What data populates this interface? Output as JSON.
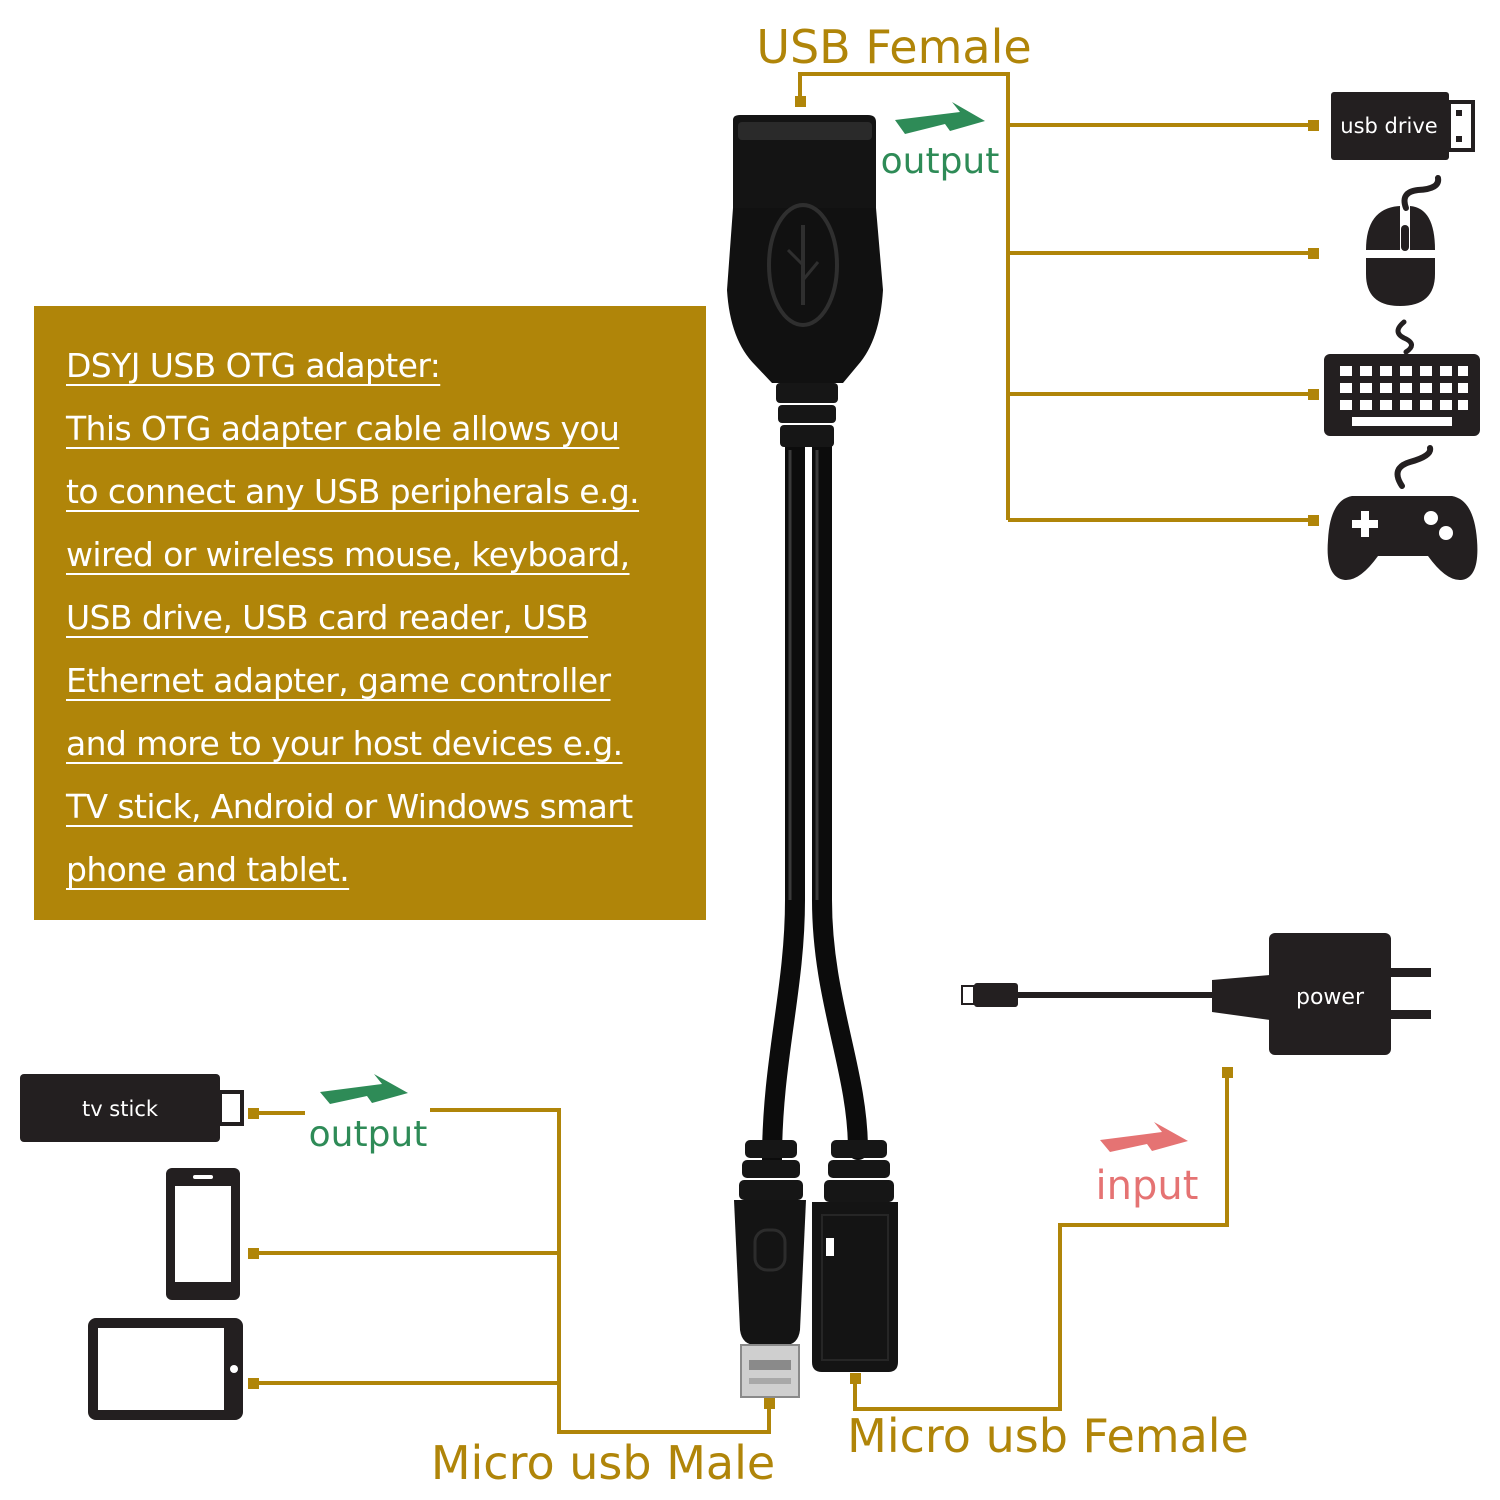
{
  "labels": {
    "usb_female": "USB Female",
    "micro_usb_male": "Micro usb Male",
    "micro_usb_female": "Micro usb Female",
    "output_top": "output",
    "output_left": "output",
    "input": "input"
  },
  "devices": {
    "usb_drive": "usb drive",
    "tv_stick": "tv stick",
    "power": "power"
  },
  "info": {
    "lines": [
      "DSYJ USB OTG adapter:",
      "This OTG adapter cable allows you",
      "to connect any USB peripherals e.g.",
      "wired or wireless mouse, keyboard,",
      "USB drive, USB card reader, USB",
      "Ethernet adapter, game controller",
      "and more to your host devices e.g.",
      "TV stick, Android or Windows smart",
      "phone and tablet."
    ]
  },
  "icons": {
    "output_arrow": "green-lightning-arrow-icon",
    "input_arrow": "red-lightning-arrow-icon",
    "mouse": "mouse-icon",
    "keyboard": "keyboard-icon",
    "gamepad": "gamepad-icon",
    "phone": "smartphone-icon",
    "tablet": "tablet-icon",
    "charger": "power-adapter-icon"
  },
  "colors": {
    "gold": "#b08509",
    "output_green": "#2e8b57",
    "input_red": "#e57373",
    "device_dark": "#231f20",
    "cable_black": "#0c0c0c"
  }
}
